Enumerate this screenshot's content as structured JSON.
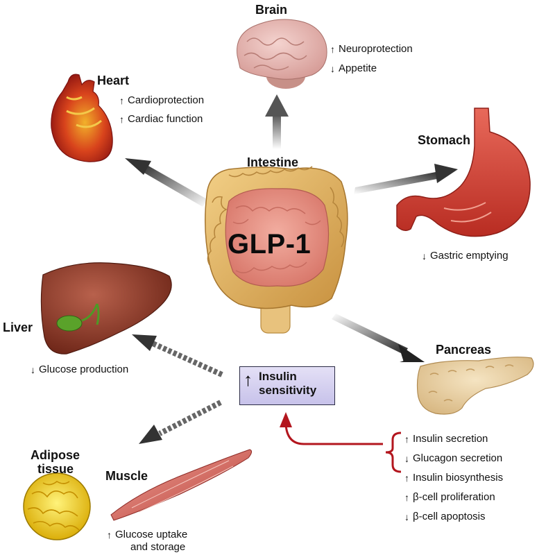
{
  "center": {
    "label": "GLP-1",
    "organ": "Intestine"
  },
  "organs": {
    "brain": {
      "title": "Brain",
      "effects": [
        {
          "dir": "up",
          "text": "Neuroprotection"
        },
        {
          "dir": "down",
          "text": "Appetite"
        }
      ]
    },
    "heart": {
      "title": "Heart",
      "effects": [
        {
          "dir": "up",
          "text": "Cardioprotection"
        },
        {
          "dir": "up",
          "text": "Cardiac function"
        }
      ]
    },
    "stomach": {
      "title": "Stomach",
      "effects": [
        {
          "dir": "down",
          "text": "Gastric emptying"
        }
      ]
    },
    "liver": {
      "title": "Liver",
      "effects": [
        {
          "dir": "down",
          "text": "Glucose production"
        }
      ]
    },
    "pancreas": {
      "title": "Pancreas",
      "effects": [
        {
          "dir": "up",
          "text": "Insulin secretion"
        },
        {
          "dir": "down",
          "text": "Glucagon secretion"
        },
        {
          "dir": "up",
          "text": "Insulin biosynthesis"
        },
        {
          "dir": "up",
          "text": "β-cell proliferation"
        },
        {
          "dir": "down",
          "text": "β-cell apoptosis"
        }
      ]
    },
    "adipose": {
      "title_line1": "Adipose",
      "title_line2": "tissue"
    },
    "muscle": {
      "title": "Muscle",
      "effect_line1": "Glucose uptake",
      "effect_line2": "and storage",
      "effect_dir": "up"
    }
  },
  "insulin_box": {
    "line1": "Insulin",
    "line2": "sensitivity"
  },
  "colors": {
    "inhibit_bracket": "#b3161e",
    "box_fill": "#cfcaee"
  }
}
